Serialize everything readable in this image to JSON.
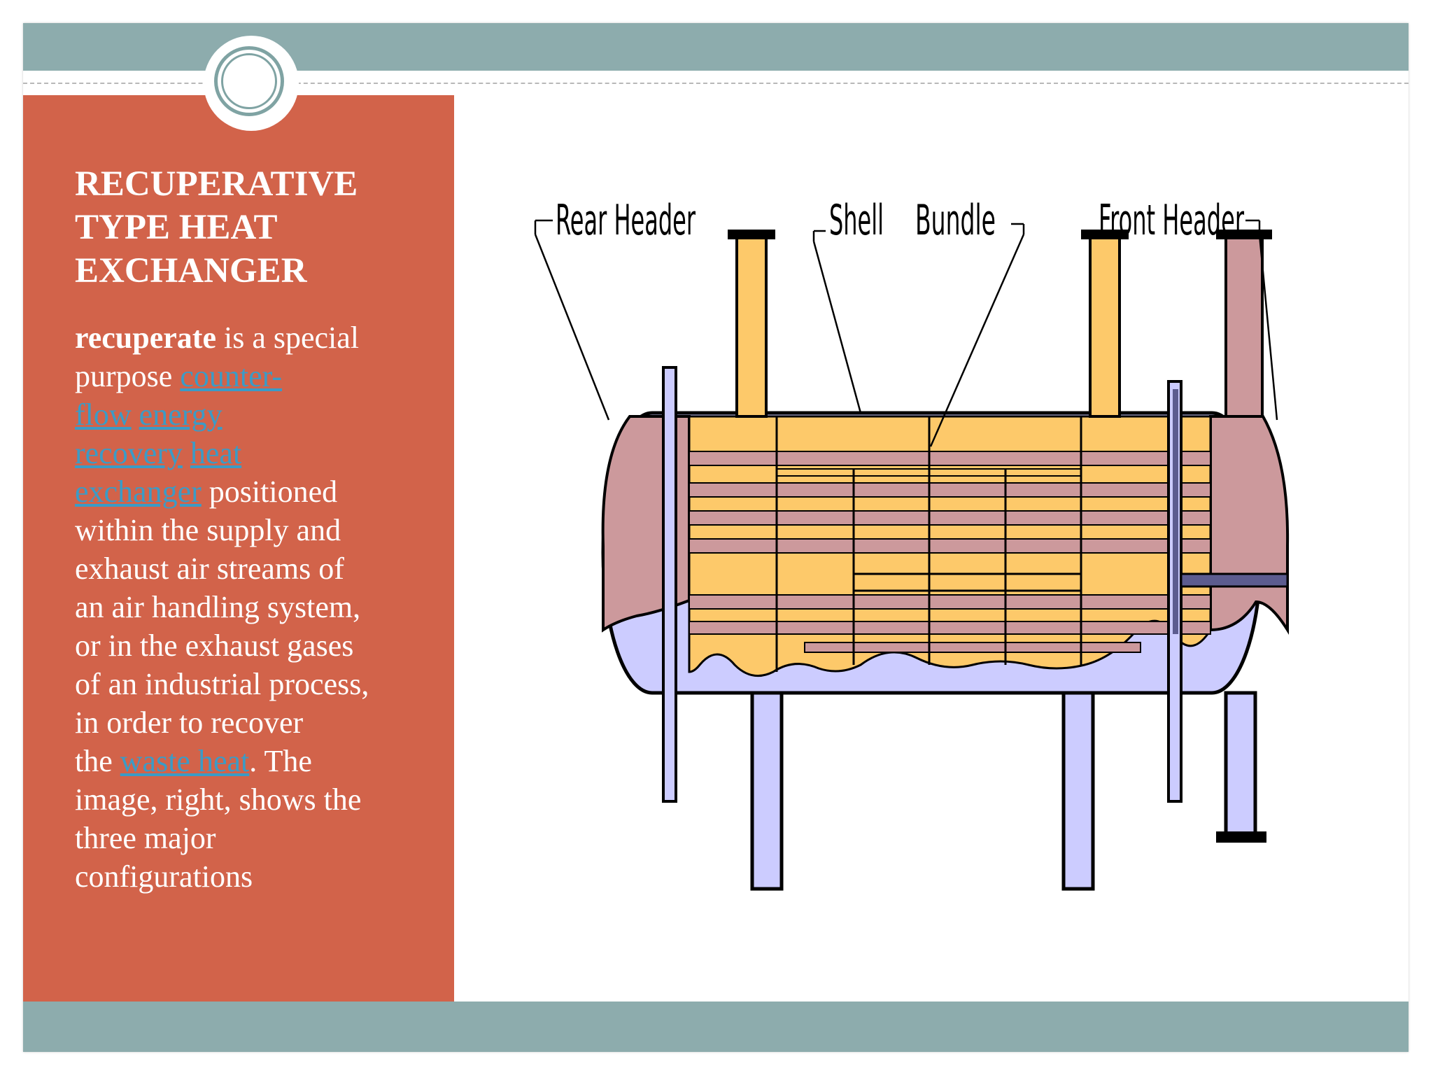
{
  "slide": {
    "title_lines": [
      "RECUPERATIVE",
      "TYPE HEAT",
      "EXCHANGER"
    ],
    "body": {
      "term": "recuperate",
      "t1": " is a special",
      "t2": "purpose ",
      "link1": "counter-",
      "link2": "flow",
      "link3": "energy",
      "link4": "recovery",
      "link5": "heat",
      "link6": "exchanger",
      "t3": " positioned",
      "t4": "within the supply and",
      "t5": "exhaust air streams of",
      "t6": "an air handling system,",
      "t7": "or in the exhaust gases",
      "t8": "of an industrial process,",
      "t9": "in order to recover",
      "t10": "the ",
      "link7": "waste heat",
      "t11": ". The",
      "t12": "image, right, shows the",
      "t13": "three major",
      "t14": "configurations"
    }
  },
  "diagram": {
    "labels": {
      "rear_header": "Rear Header",
      "shell": "Shell",
      "bundle": "Bundle",
      "front_header": "Front Header"
    },
    "colors": {
      "shell_fluid": "#fdc96a",
      "tube_fluid": "#cc999c",
      "lower_fluid": "#ccccff",
      "divider": "#5c5c8f",
      "outline": "#000000"
    }
  },
  "theme": {
    "band_color": "#8dacad",
    "panel_color": "#d2634a",
    "link_color": "#3b9bc6"
  }
}
